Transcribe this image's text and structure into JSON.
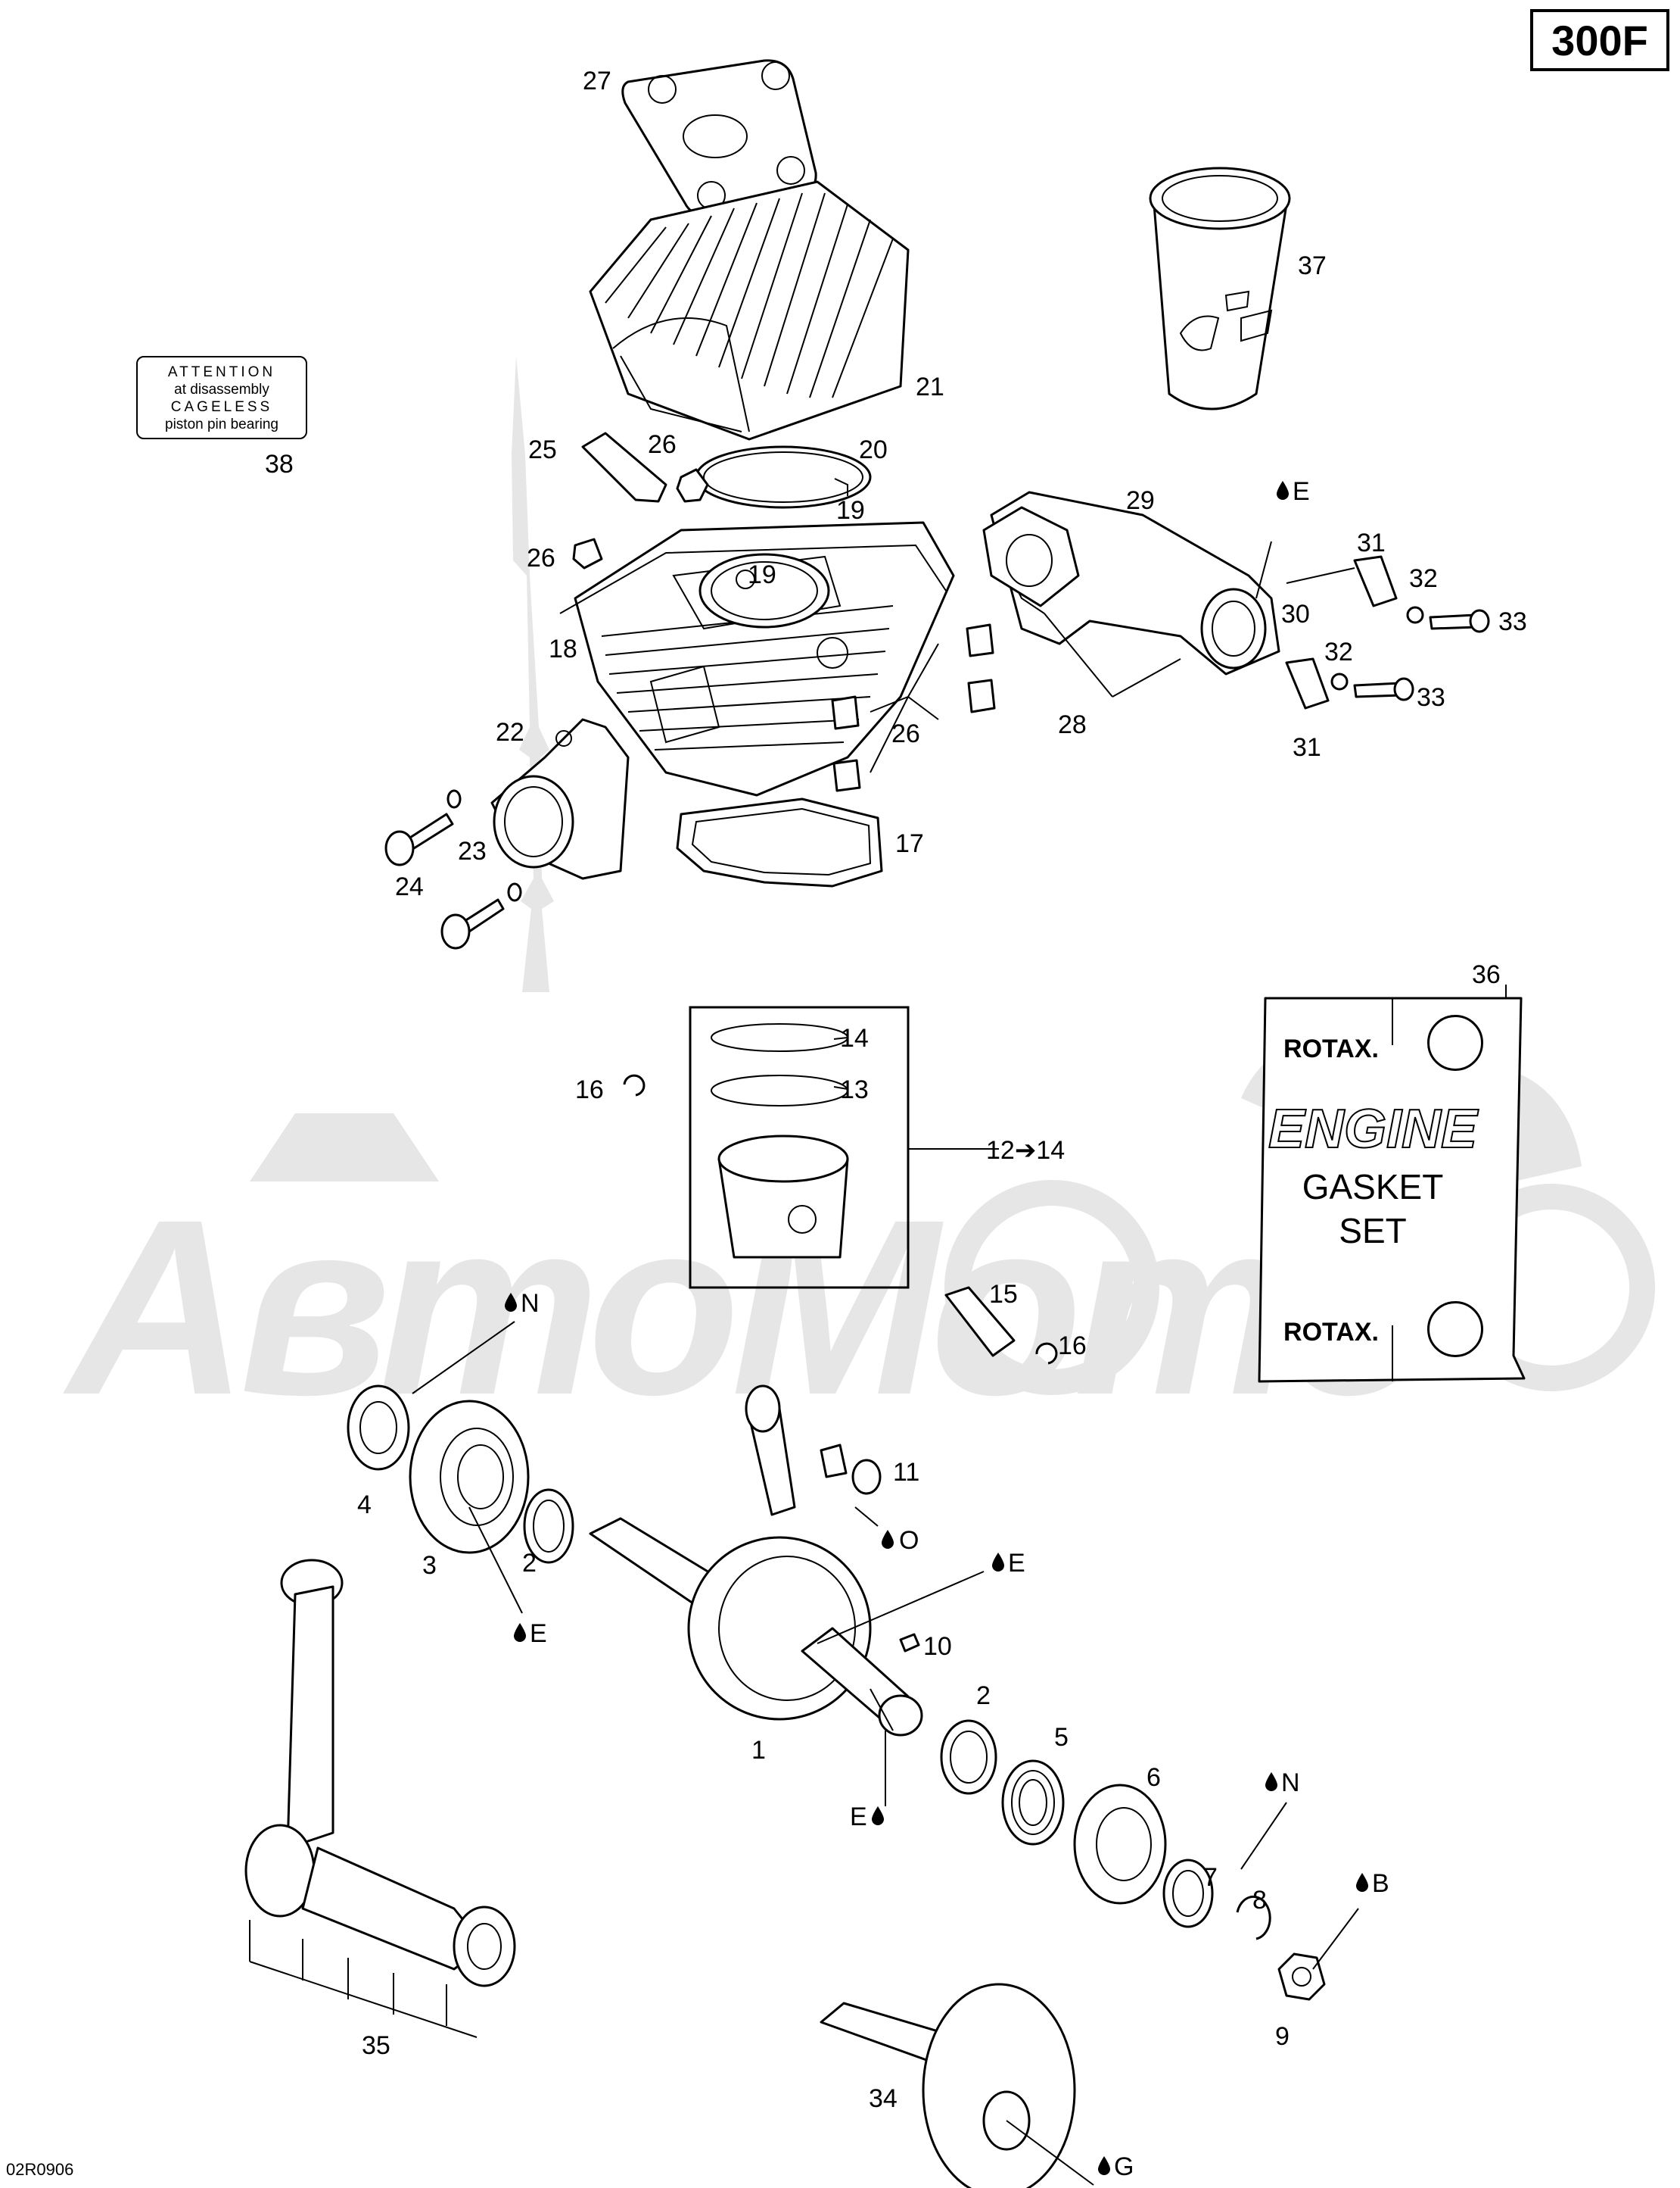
{
  "header": {
    "model_code": "300F"
  },
  "footer": {
    "ref_code": "02R0906"
  },
  "attention_decal": {
    "line1": "ATTENTION",
    "line2": "at disassembly",
    "line3": "CAGELESS",
    "line4": "piston pin bearing"
  },
  "gasket_kit": {
    "brand_top": "ROTAX.",
    "title": "ENGINE",
    "line2": "GASKET",
    "line3": "SET",
    "brand_bottom": "ROTAX."
  },
  "watermark": {
    "text": "АвтоМото"
  },
  "callouts": {
    "c1": "1",
    "c2a": "2",
    "c2b": "2",
    "c3": "3",
    "c4": "4",
    "c5": "5",
    "c6": "6",
    "c7": "7",
    "c8": "8",
    "c9": "9",
    "c10": "10",
    "c11": "11",
    "c12": "12➔14",
    "c13": "13",
    "c14": "14",
    "c15": "15",
    "c16a": "16",
    "c16b": "16",
    "c17": "17",
    "c18": "18",
    "c19a": "19",
    "c19b": "19",
    "c20": "20",
    "c21": "21",
    "c22": "22",
    "c23": "23",
    "c24": "24",
    "c25": "25",
    "c26a": "26",
    "c26b": "26",
    "c26c": "26",
    "c27": "27",
    "c28": "28",
    "c29": "29",
    "c30": "30",
    "c31a": "31",
    "c31b": "31",
    "c32a": "32",
    "c32b": "32",
    "c33a": "33",
    "c33b": "33",
    "c34": "34",
    "c35": "35",
    "c36": "36",
    "c37": "37",
    "c38": "38"
  },
  "lubricants": {
    "e1": "E",
    "e2": "E",
    "e3": "E",
    "e4": "E",
    "n1": "N",
    "n2": "N",
    "o1": "O",
    "b1": "B",
    "g1": "G"
  },
  "icons": [
    "oil-drop-icon",
    "rotax-logo-icon"
  ]
}
